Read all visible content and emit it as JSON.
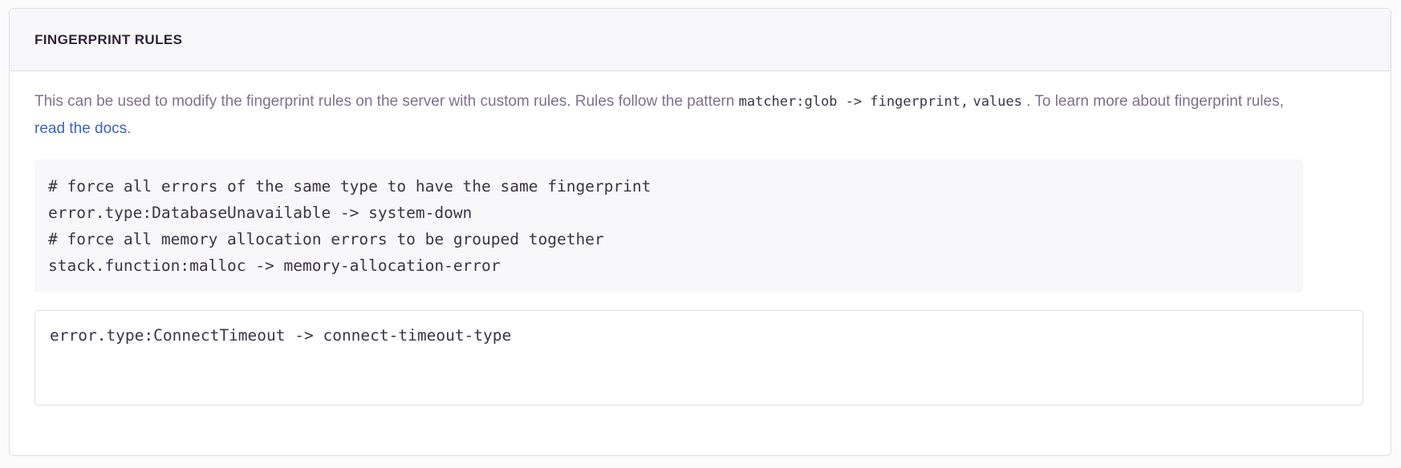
{
  "panel": {
    "title": "FINGERPRINT RULES",
    "description": {
      "part1": "This can be used to modify the fingerprint rules on the server with custom rules. Rules follow the pattern ",
      "code1": "matcher:glob -> fingerprint,",
      "code2": "values",
      "part2": " . To learn more about fingerprint rules, ",
      "link": "read the docs",
      "part3": "."
    },
    "example_code": "# force all errors of the same type to have the same fingerprint\nerror.type:DatabaseUnavailable -> system-down\n# force all memory allocation errors to be grouped together\nstack.function:malloc -> memory-allocation-error",
    "rules_input": {
      "value": "error.type:ConnectTimeout -> connect-timeout-type",
      "placeholder": ""
    }
  },
  "colors": {
    "title": "#2f2436",
    "description": "#80708f",
    "link": "#3a62d4",
    "code_text": "#3b3545",
    "code_background": "#f8f8fa",
    "panel_border": "#e0dfe6",
    "page_background": "#fbfbfc"
  }
}
